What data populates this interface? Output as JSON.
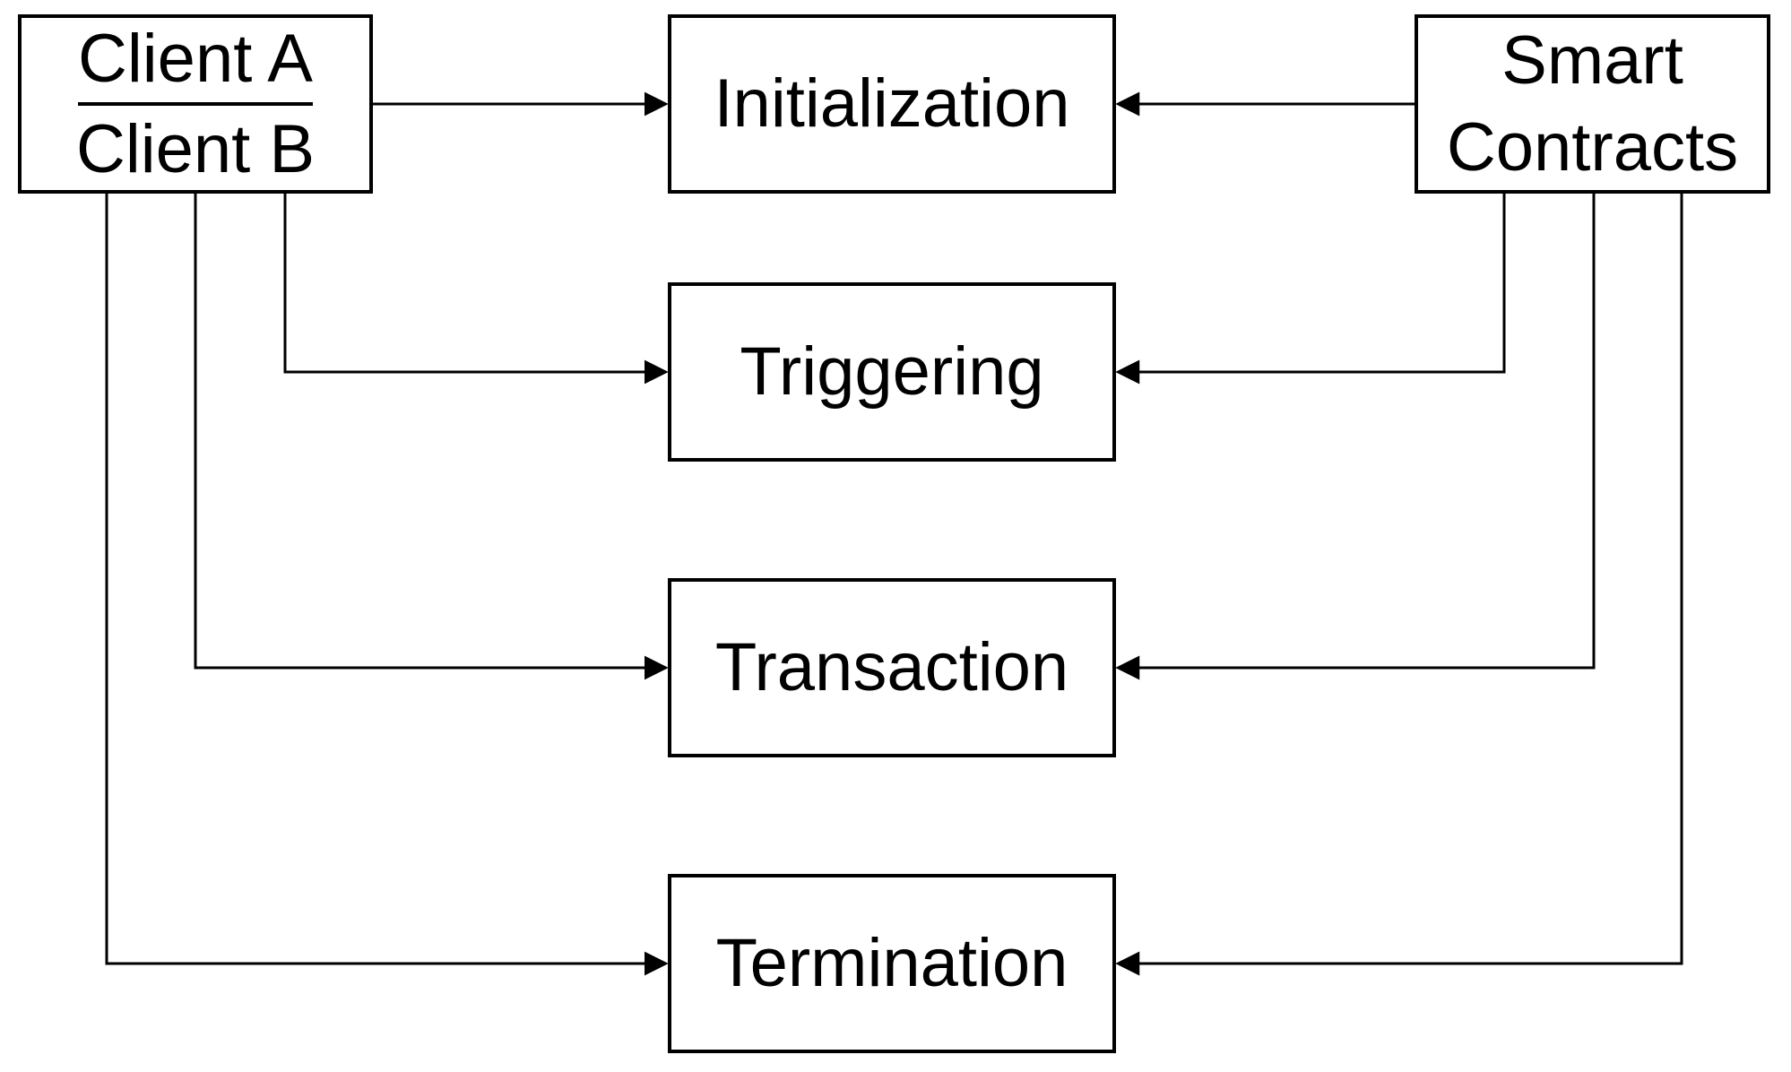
{
  "diagram": {
    "background": "#ffffff",
    "line_color": "#000000",
    "text_color": "#000000",
    "box_fill": "#ffffff"
  },
  "clients": {
    "client_a": "Client A",
    "client_b": "Client B"
  },
  "stages": [
    {
      "label": "Initialization"
    },
    {
      "label": "Triggering"
    },
    {
      "label": "Transaction"
    },
    {
      "label": "Termination"
    }
  ],
  "smart_contracts": {
    "label": "Smart Contracts"
  }
}
